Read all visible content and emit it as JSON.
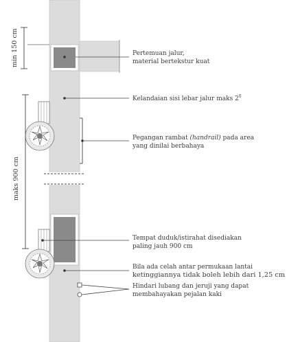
{
  "dimensions": {
    "min_spacing": "min 150 cm",
    "max_length": "maks 900 cm"
  },
  "annotations": [
    {
      "line1": "Pertemuan jalur,",
      "line2": "material bertekstur kuat"
    },
    {
      "line1": "Kelandaian sisi lebar jalur maks 2",
      "sup": "0",
      "line2": ""
    },
    {
      "line1_pre": "Pegangan rambat ",
      "line1_em": "(handrail)",
      "line1_post": " pada area",
      "line2": "yang dinilai berbahaya"
    },
    {
      "line1": "Tempat duduk/istirahat disediakan",
      "line2": "paling jauh 900 cm"
    },
    {
      "line1": "Bila ada celah antar permukaan lantai",
      "line2": "ketinggiannya tidak boleh lebih dari 1,25 cm"
    },
    {
      "line1": "Hindari lubang dan jeruji yang dapat",
      "line2": "membahayakan pejalan kaki"
    }
  ],
  "icons": [
    "tree-icon"
  ],
  "colors": {
    "path": "#dcdcdc",
    "block": "#8a8a8a",
    "line": "#555555",
    "text": "#3a3a3a"
  }
}
